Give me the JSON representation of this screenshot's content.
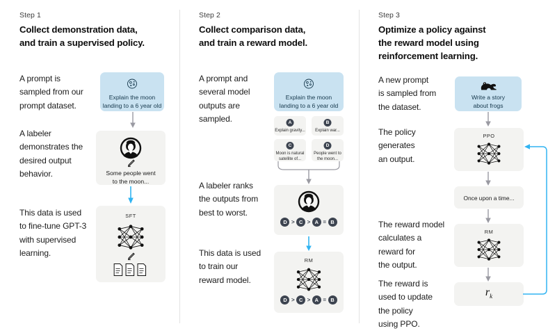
{
  "diagram": {
    "title": "RLHF three-step training diagram",
    "colors": {
      "prompt_blue": "#c9e2f1",
      "panel_grey": "#f3f3f1",
      "arrow_grey": "#9a9aa2",
      "arrow_blue": "#31b4f2",
      "badge_dark": "#3d4450",
      "divider": "#e2e2e2"
    }
  },
  "steps": [
    {
      "label": "Step 1",
      "title": "Collect demonstration data,\nand train a supervised policy.",
      "title_line1": "Collect demonstration data,",
      "title_line2": "and train a supervised policy.",
      "captions": [
        "A prompt is\nsampled from our\nprompt dataset.",
        "A labeler\ndemonstrates the\ndesired output\nbehavior.",
        "This data is used\nto fine-tune GPT-3\nwith supervised\nlearning."
      ],
      "prompt_box": {
        "icon": "moon-icon",
        "text": "Explain the moon\nlanding to a 6 year old"
      },
      "labeler_box": {
        "icon": "labeler-avatar-icon",
        "pencil": "pencil-icon",
        "text": "Some people went\nto the moon..."
      },
      "model_box": {
        "tag": "SFT",
        "icon": "neural-network-icon",
        "pencil": "pencil-icon",
        "documents": "three-documents-icon"
      }
    },
    {
      "label": "Step 2",
      "title_line1": "Collect comparison data,",
      "title_line2": "and train a reward model.",
      "captions": [
        "A prompt and\nseveral model\noutputs are\nsampled.",
        "A labeler ranks\nthe outputs from\nbest to worst.",
        "This data is used\nto train our\nreward model."
      ],
      "prompt_box": {
        "icon": "moon-icon",
        "text": "Explain the moon\nlanding to a 6 year old"
      },
      "options": [
        {
          "badge": "A",
          "text": "Explain gravity..."
        },
        {
          "badge": "B",
          "text": "Explain war..."
        },
        {
          "badge": "C",
          "text": "Moon is natural\nsatellite of..."
        },
        {
          "badge": "D",
          "text": "People went to\nthe moon..."
        }
      ],
      "ranking_box": {
        "icon": "labeler-avatar-icon",
        "ranking": [
          "D",
          ">",
          "C",
          ">",
          "A",
          "=",
          "B"
        ]
      },
      "reward_model_box": {
        "tag": "RM",
        "icon": "neural-network-icon",
        "ranking": [
          "D",
          ">",
          "C",
          ">",
          "A",
          "=",
          "B"
        ]
      }
    },
    {
      "label": "Step 3",
      "title_line1": "Optimize a policy against",
      "title_line2": "the reward model using",
      "title_line3": "reinforcement learning.",
      "captions": [
        "A new prompt\nis sampled from\nthe dataset.",
        "The policy\ngenerates\nan output.",
        "The reward model\ncalculates a\nreward for\nthe output.",
        "The reward is\nused to update\nthe policy\nusing PPO."
      ],
      "prompt_box": {
        "icon": "frog-icon",
        "text": "Write a story\nabout frogs"
      },
      "policy_box": {
        "tag": "PPO",
        "icon": "neural-network-icon"
      },
      "output_box": {
        "text": "Once upon a time..."
      },
      "reward_model_box": {
        "tag": "RM",
        "icon": "neural-network-icon"
      },
      "reward_box": {
        "symbol": "r",
        "subscript": "k"
      }
    }
  ]
}
